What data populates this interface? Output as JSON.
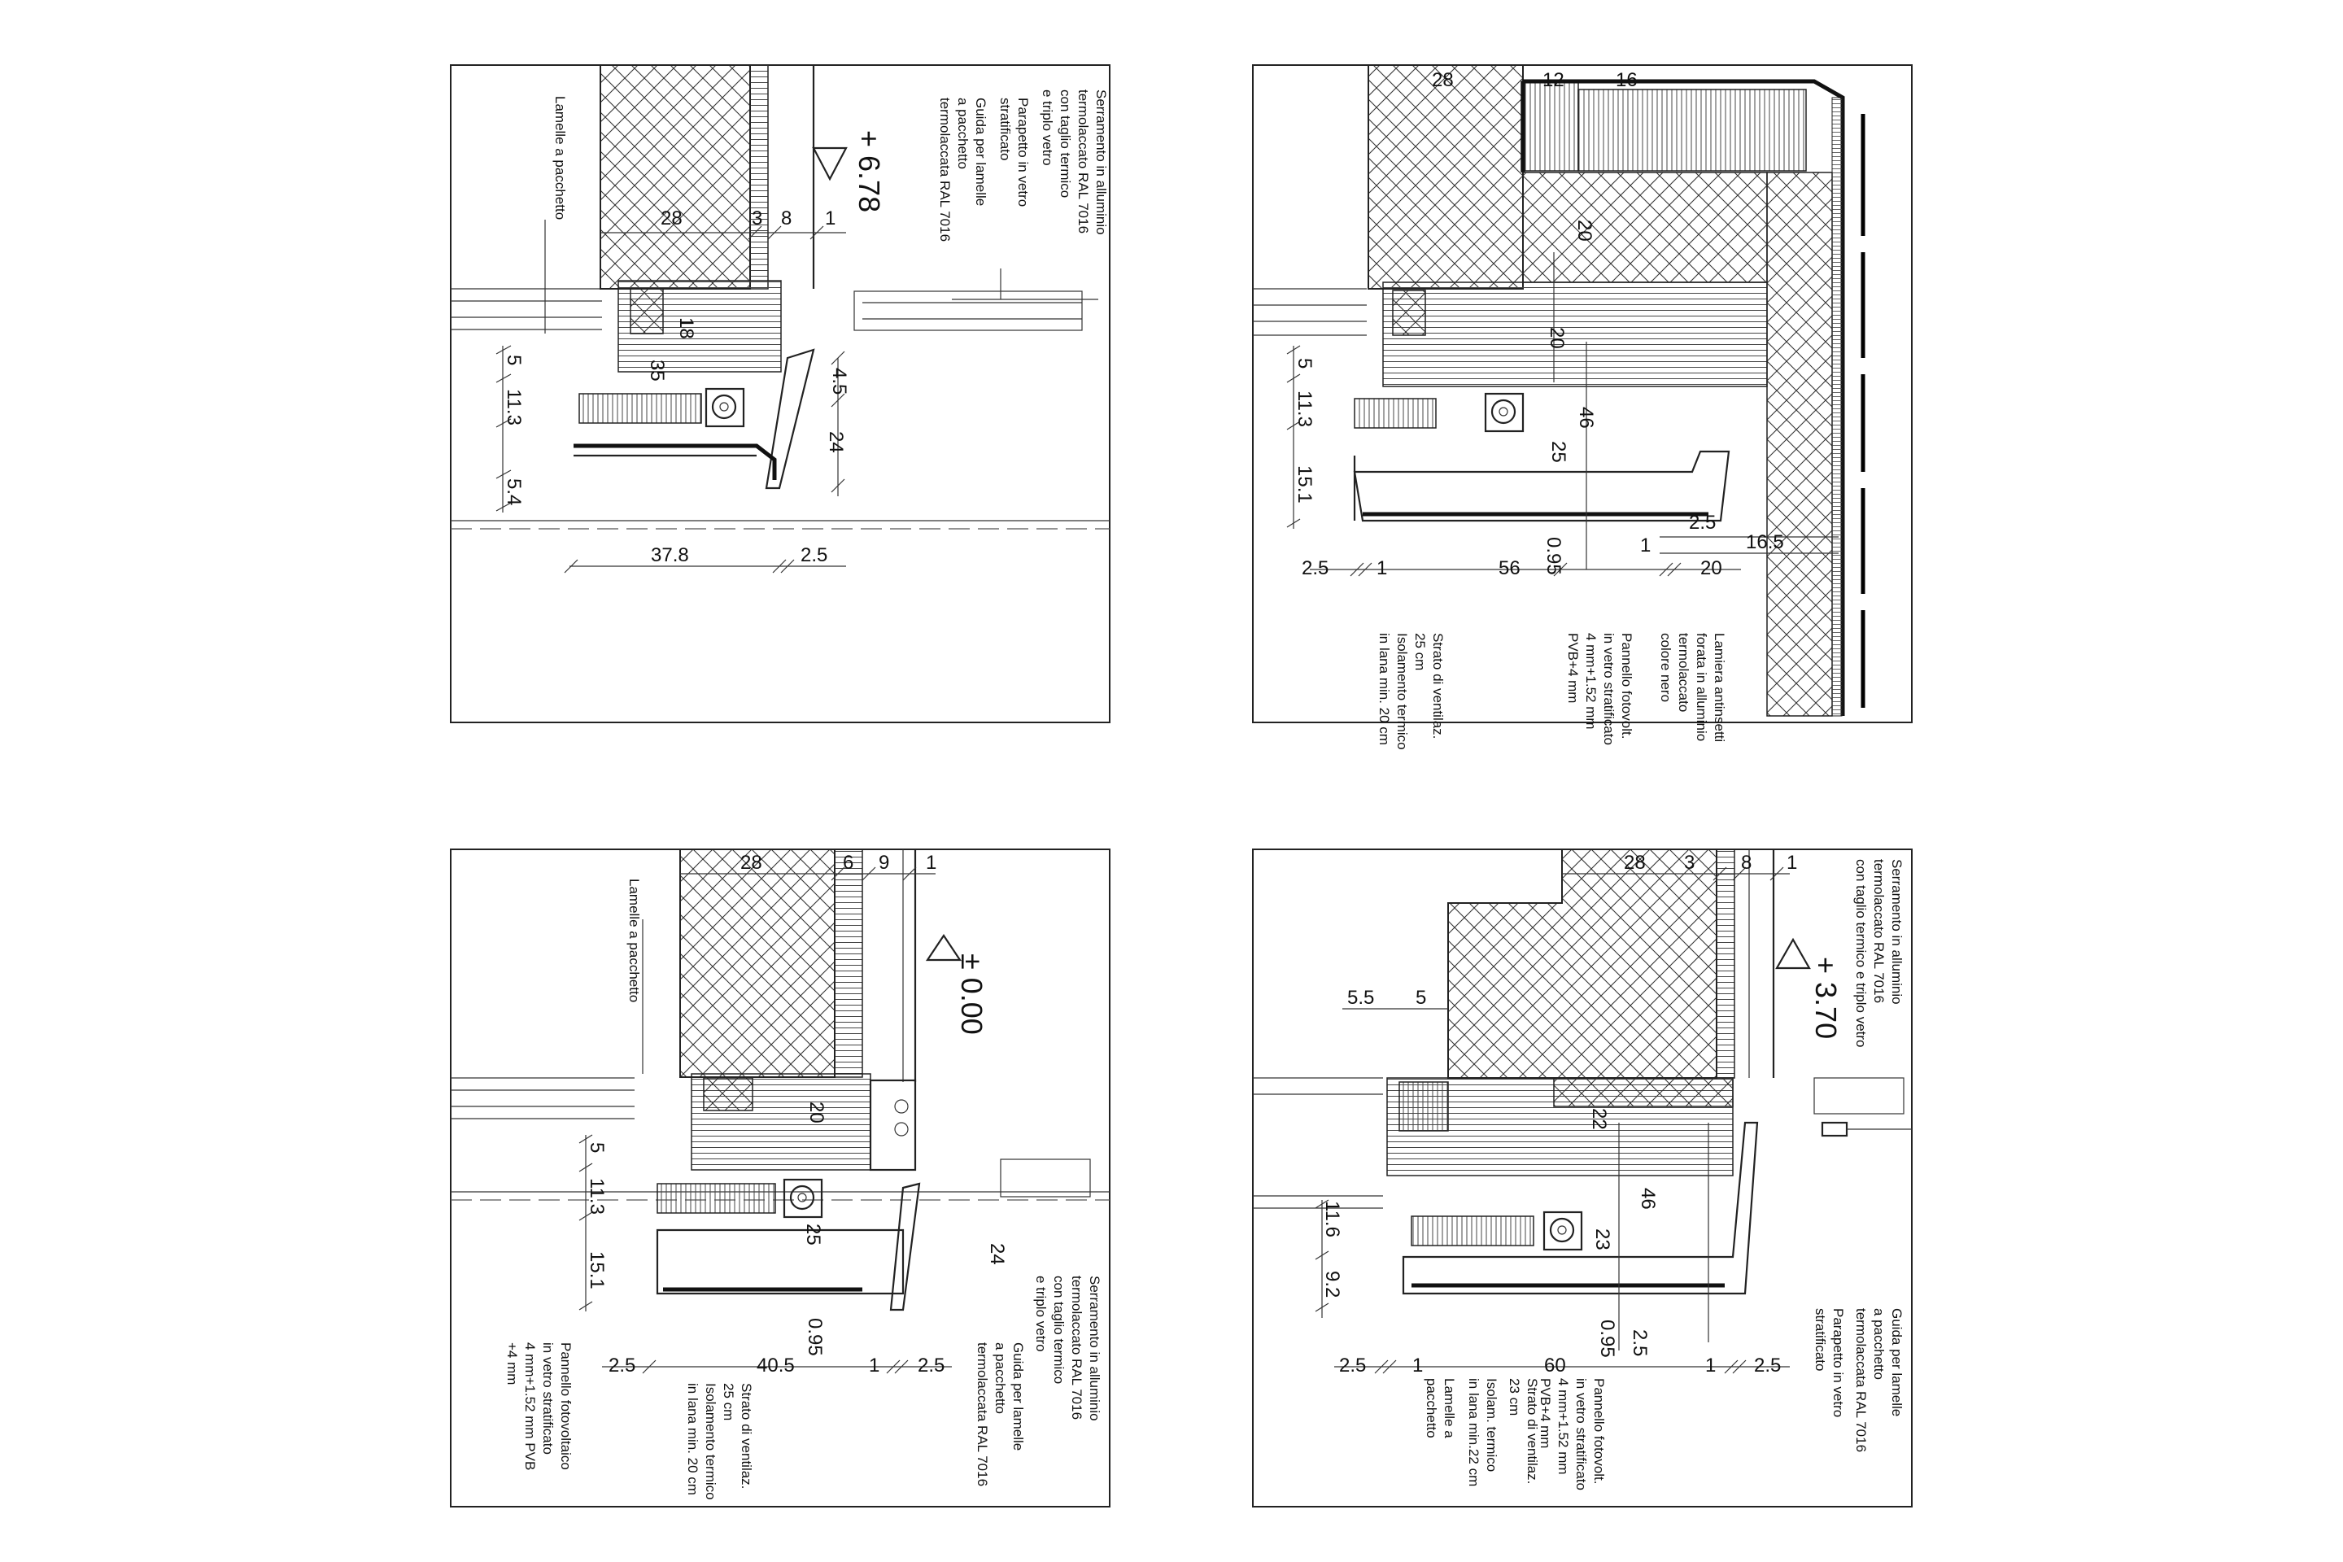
{
  "panels": {
    "tl": {
      "level": "+ 6.78",
      "labels": {
        "lamelle": "Lamelle a pacchetto",
        "serr_1": "Serramento in alluminio",
        "serr_2": "termolaccato RAL 7016",
        "serr_3": "con taglio termico",
        "serr_4": "e triplo vetro",
        "para_1": "Parapetto in vetro",
        "para_2": "stratificato",
        "guida_1": "Guida per lamelle",
        "guida_2": "a pacchetto",
        "guida_3": "termolaccata RAL 7016"
      },
      "dims": {
        "d28": "28",
        "d3": "3",
        "d8": "8",
        "d1": "1",
        "d18": "18",
        "d35": "35",
        "d4_5": "4.5",
        "d24": "24",
        "d5": "5",
        "d11_3": "11.3",
        "d5_4": "5.4",
        "d37_8": "37.8",
        "d2_5": "2.5"
      }
    },
    "tr": {
      "labels": {
        "strato_1": "Strato di ventilaz.",
        "strato_2": "25 cm",
        "isol_1": "Isolamento termico",
        "isol_2": "in lana min. 20 cm",
        "pann_1": "Pannello fotovolt.",
        "pann_2": "in vetro stratificato",
        "pann_3": "4 mm+1.52 mm",
        "pann_4": "PVB+4 mm",
        "lam_1": "Lamiera antinsetti",
        "lam_2": "forata in alluminio",
        "lam_3": "termolaccato",
        "lam_4": "colore nero"
      },
      "dims": {
        "d28": "28",
        "d12": "12",
        "d16": "16",
        "d20a": "20",
        "d20b": "20",
        "d46": "46",
        "d25": "25",
        "d5": "5",
        "d11_3": "11.3",
        "d15_1": "15.1",
        "d2_5a": "2.5",
        "d16_5": "16.5",
        "d1a": "1",
        "d0_95": "0.95",
        "d2_5b": "2.5",
        "d1b": "1",
        "d56": "56",
        "d20c": "20"
      }
    },
    "bl": {
      "level": "± 0.00",
      "labels": {
        "lamelle": "Lamelle a pacchetto",
        "serr_1": "Serramento in alluminio",
        "serr_2": "termolaccato RAL 7016",
        "serr_3": "con taglio termico",
        "serr_4": "e triplo vetro",
        "guida_1": "Guida per lamelle",
        "guida_2": "a pacchetto",
        "guida_3": "termolaccata RAL 7016",
        "strato_1": "Strato di ventilaz.",
        "strato_2": "25 cm",
        "isol_1": "Isolamento termico",
        "isol_2": "in lana min. 20 cm",
        "pann_1": "Pannello fotovoltaico",
        "pann_2": "in vetro stratificato",
        "pann_3": "4 mm+1.52 mm PVB",
        "pann_4": "+4 mm"
      },
      "dims": {
        "d28": "28",
        "d6": "6",
        "d9": "9",
        "d1": "1",
        "d20": "20",
        "d25": "25",
        "d24": "24",
        "d5": "5",
        "d11_3": "11.3",
        "d15_1": "15.1",
        "d0_95": "0.95",
        "d2_5a": "2.5",
        "d40_5": "40.5",
        "d1b": "1",
        "d2_5b": "2.5"
      }
    },
    "br": {
      "level": "+ 3.70",
      "labels": {
        "serr_1": "Serramento in alluminio",
        "serr_2": "termolaccato RAL 7016",
        "serr_3": "con taglio termico e triplo vetro",
        "guida_1": "Guida per lamelle",
        "guida_2": "a pacchetto",
        "guida_3": "termolaccata RAL 7016",
        "para_1": "Parapetto in vetro",
        "para_2": "stratificato",
        "lamelle_1": "Lamelle a",
        "lamelle_2": "pacchetto",
        "isol_1": "Isolam. termico",
        "isol_2": "in lana min.22 cm",
        "strato_1": "Strato di ventilaz.",
        "strato_2": "23 cm",
        "pann_1": "Pannello fotovolt.",
        "pann_2": "in vetro stratificato",
        "pann_3": "4 mm+1.52 mm",
        "pann_4": "PVB+4 mm"
      },
      "dims": {
        "d28": "28",
        "d3": "3",
        "d8": "8",
        "d1": "1",
        "d5_5": "5.5",
        "d5": "5",
        "d22": "22",
        "d46": "46",
        "d23": "23",
        "d11_6": "11.6",
        "d9_2": "9.2",
        "d0_95": "0.95",
        "d2_5a": "2.5",
        "d2_5b": "2.5",
        "d1a": "1",
        "d60": "60",
        "d1b": "1",
        "d2_5c": "2.5"
      }
    }
  }
}
